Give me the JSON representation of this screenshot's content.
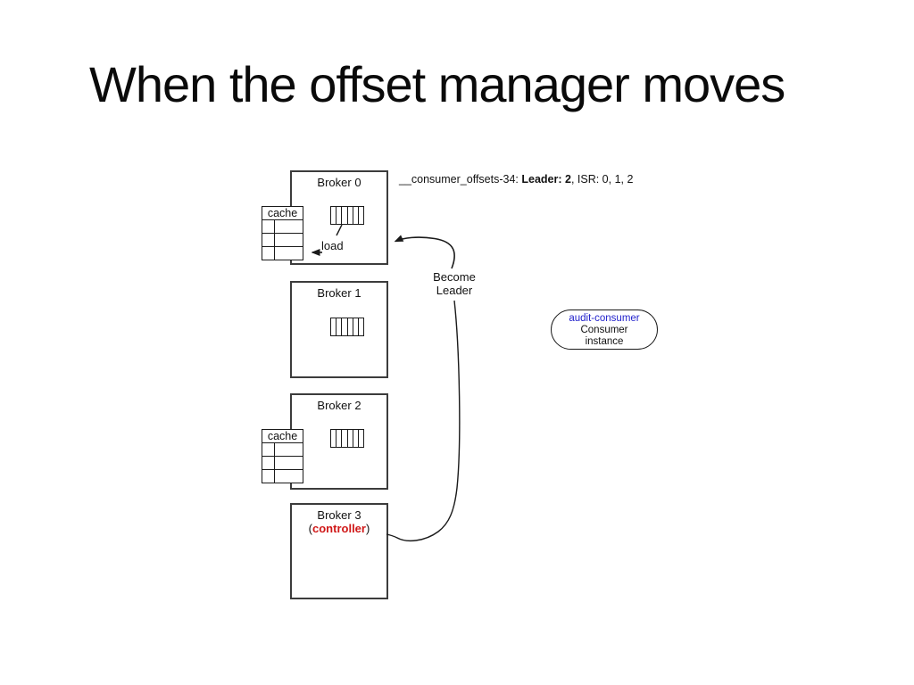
{
  "title": "When the offset manager moves",
  "brokers": [
    {
      "label": "Broker 0"
    },
    {
      "label": "Broker 1"
    },
    {
      "label": "Broker 2"
    },
    {
      "label": "Broker 3",
      "paren_open": "(",
      "sublabel": "controller",
      "paren_close": ")"
    }
  ],
  "caches": [
    {
      "label": "cache"
    },
    {
      "label": "cache"
    }
  ],
  "labels": {
    "load": "load",
    "become_leader_line1": "Become",
    "become_leader_line2": "Leader"
  },
  "annotation": {
    "prefix": "__consumer_offsets-34: ",
    "bold": "Leader: 2",
    "suffix": ", ISR: 0, 1, 2"
  },
  "consumer": {
    "name": "audit-consumer",
    "line2": "Consumer",
    "line3": "instance"
  },
  "colors": {
    "controller_red": "#d01818",
    "consumer_blue": "#2323cc",
    "line_black": "#1a1a1a",
    "box_border": "#3c3c3c"
  }
}
